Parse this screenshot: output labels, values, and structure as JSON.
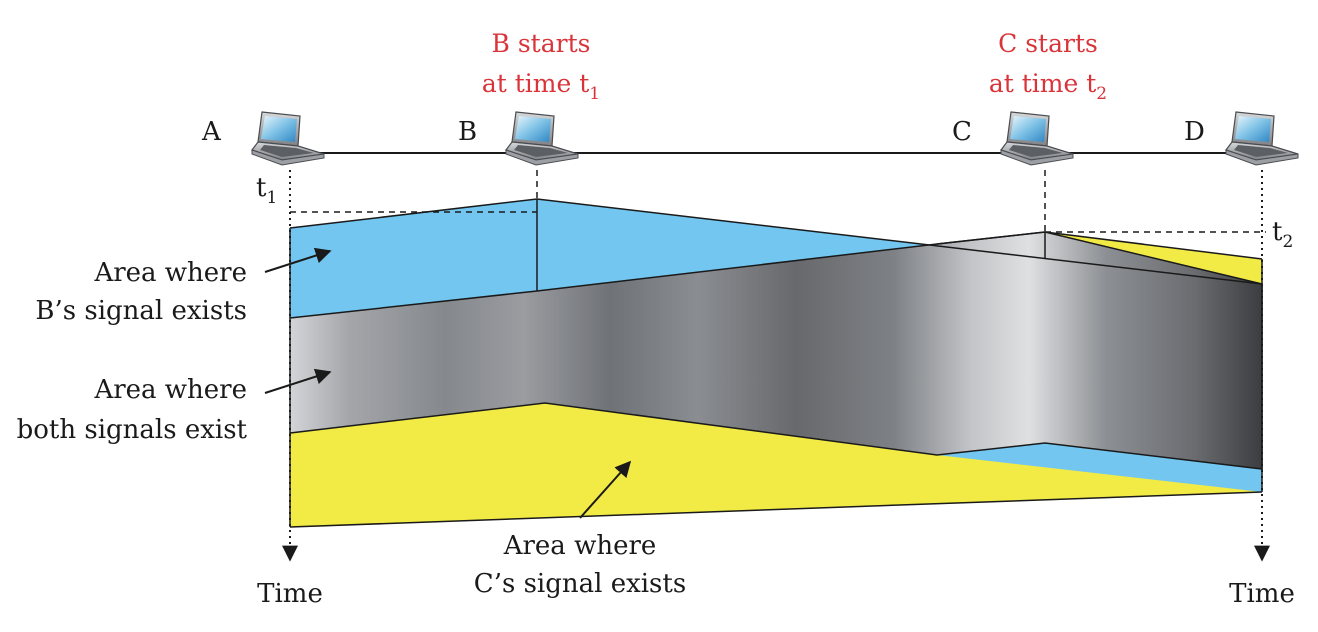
{
  "stations": [
    {
      "name": "A"
    },
    {
      "name": "B"
    },
    {
      "name": "C"
    },
    {
      "name": "D"
    }
  ],
  "events": {
    "b_start": {
      "line1": "B starts",
      "line2": "at time t",
      "sub": "1"
    },
    "c_start": {
      "line1": "C starts",
      "line2": "at time t",
      "sub": "2"
    }
  },
  "time_marks": {
    "t1": {
      "base": "t",
      "sub": "1"
    },
    "t2": {
      "base": "t",
      "sub": "2"
    }
  },
  "regions": {
    "b_signal": {
      "line1": "Area where",
      "line2": "B’s signal exists",
      "color": "#72c6ef"
    },
    "both_signals": {
      "line1": "Area where",
      "line2": "both signals exist",
      "color": "#8f9296"
    },
    "c_signal": {
      "line1": "Area where",
      "line2": "C’s signal exists",
      "color": "#f2ea45"
    }
  },
  "axis": {
    "left_label": "Time",
    "right_label": "Time"
  },
  "colors": {
    "event_text": "#d9343a",
    "line": "#1a1a1a"
  }
}
